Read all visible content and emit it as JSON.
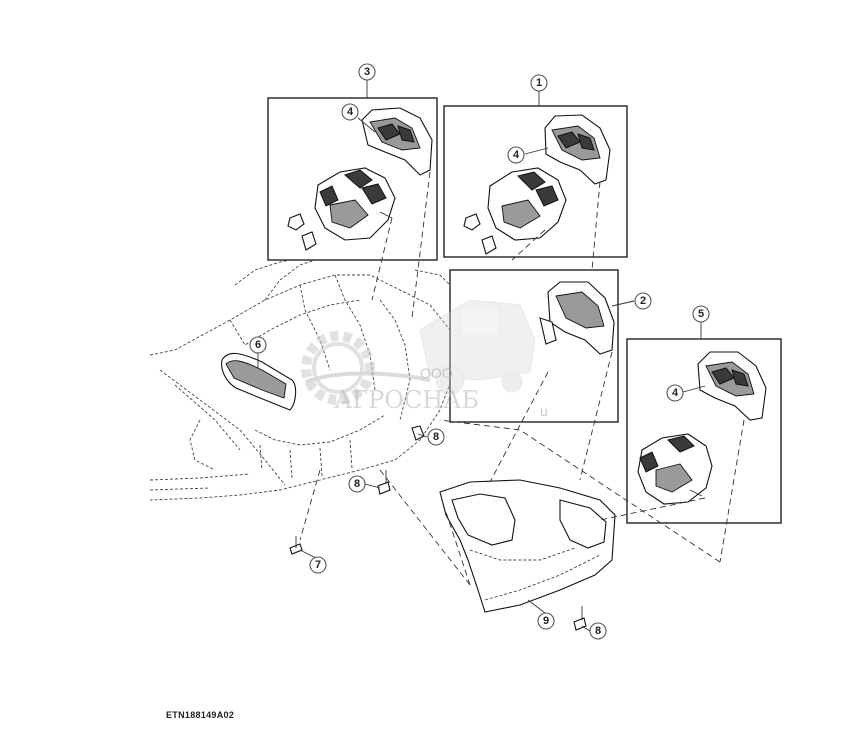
{
  "figure": {
    "reference_code": "ETN188149A02"
  },
  "callouts": [
    {
      "id": "c1",
      "label": "1"
    },
    {
      "id": "c2",
      "label": "2"
    },
    {
      "id": "c3",
      "label": "3"
    },
    {
      "id": "c4a",
      "label": "4"
    },
    {
      "id": "c4b",
      "label": "4"
    },
    {
      "id": "c4c",
      "label": "4"
    },
    {
      "id": "c5",
      "label": "5"
    },
    {
      "id": "c6",
      "label": "6"
    },
    {
      "id": "c7",
      "label": "7"
    },
    {
      "id": "c8a",
      "label": "8"
    },
    {
      "id": "c8b",
      "label": "8"
    },
    {
      "id": "c8c",
      "label": "8"
    },
    {
      "id": "c9",
      "label": "9"
    }
  ],
  "watermark": {
    "prefix": "ООО",
    "name": "АГРОСНАБ",
    "suffix": "u",
    "colors": {
      "gear": "#c9c9c9",
      "text": "#b8b8b8"
    }
  }
}
